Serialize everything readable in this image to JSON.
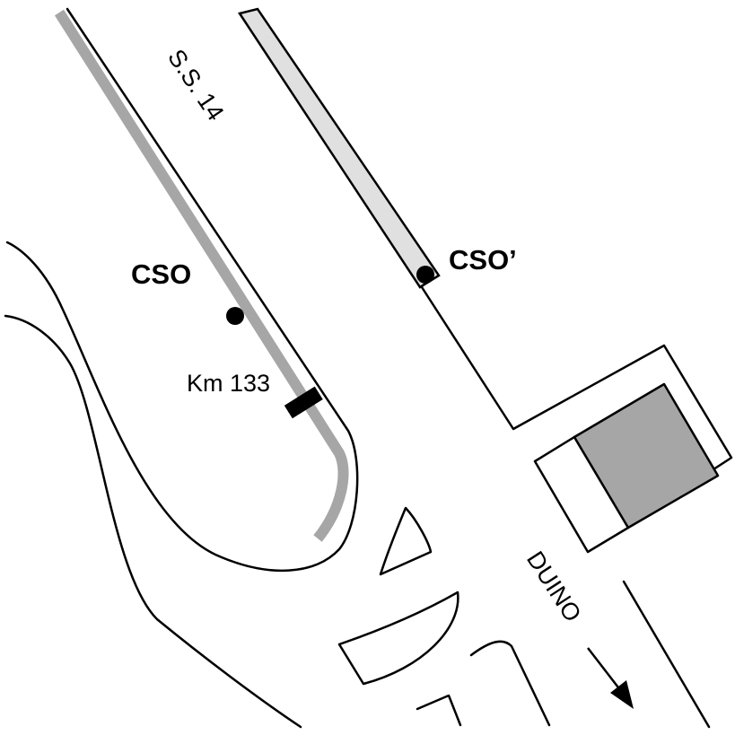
{
  "map": {
    "road_label": "S.S. 14",
    "points": {
      "cso": "CSO",
      "cso_prime": "CSO’"
    },
    "km_marker": "Km 133",
    "direction": "DUINO"
  },
  "colors": {
    "line": "#000000",
    "rail_track": "#a6a6a6",
    "platform_fill": "#e0e0e0",
    "building_fill": "#a6a6a6",
    "background": "#ffffff"
  },
  "icons": {
    "station_point": "filled-circle",
    "km_marker": "black-bar",
    "direction": "arrow-down-right"
  }
}
